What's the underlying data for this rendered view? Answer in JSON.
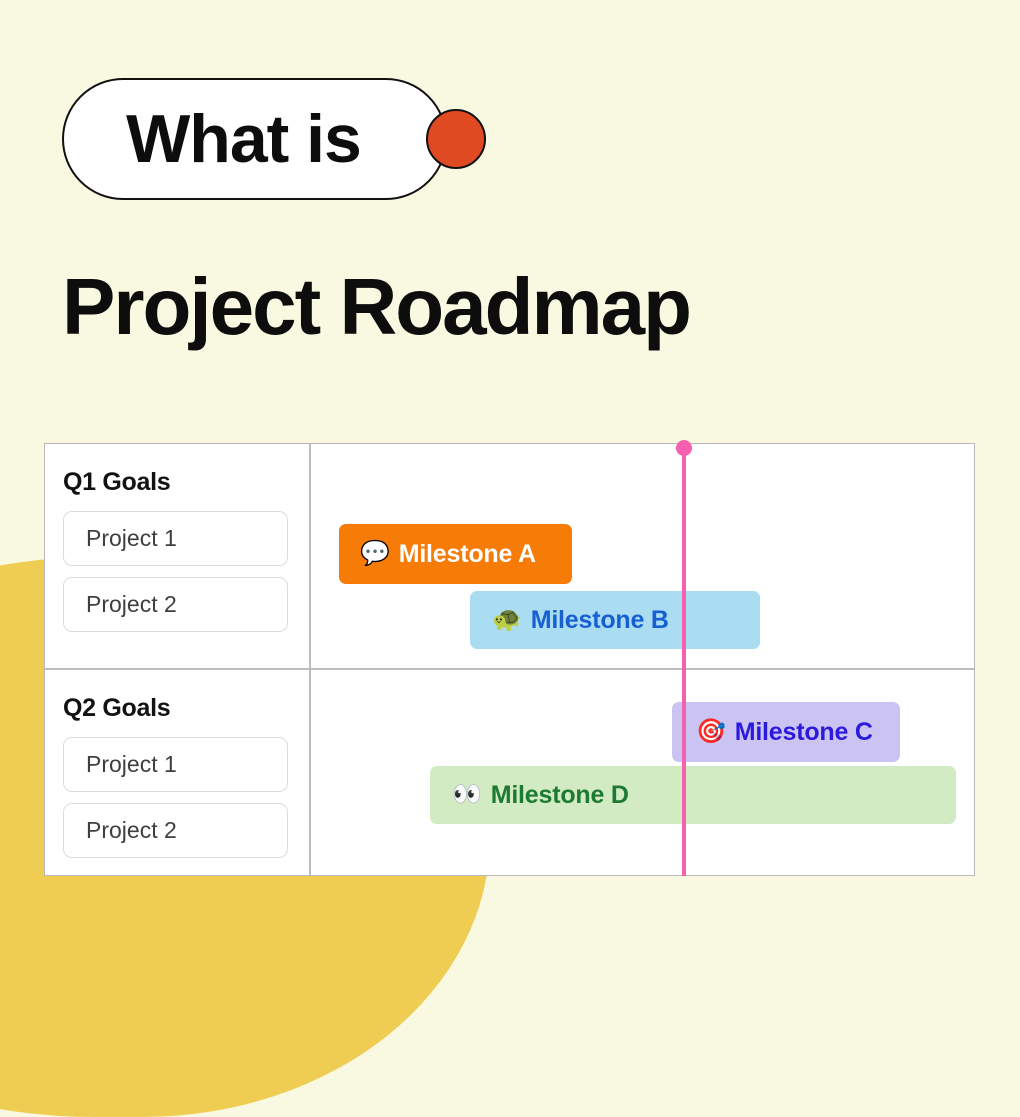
{
  "header": {
    "eyebrow": "What is",
    "eyebrow_dot_icon": "orange-dot-icon",
    "title": "Project Roadmap"
  },
  "colors": {
    "background": "#f9f9e2",
    "accent_orange": "#e04a23",
    "deco_yellow": "#eecd52",
    "marker_pink": "#f75fb0",
    "board_border": "#b9b9b9"
  },
  "board": {
    "rows": [
      {
        "goals_title": "Q1 Goals",
        "projects": [
          "Project 1",
          "Project 2"
        ],
        "milestones": [
          {
            "label": "Milestone A",
            "emoji": "💬",
            "emoji_name": "speech-balloon-emoji",
            "bg": "#f67b07",
            "fg": "#ffffff"
          },
          {
            "label": "Milestone B",
            "emoji": "🐢",
            "emoji_name": "turtle-emoji",
            "bg": "#aadcf2",
            "fg": "#1760d4"
          }
        ]
      },
      {
        "goals_title": "Q2 Goals",
        "projects": [
          "Project 1",
          "Project 2"
        ],
        "milestones": [
          {
            "label": "Milestone C",
            "emoji": "🎯",
            "emoji_name": "direct-hit-emoji",
            "bg": "#cbc4f2",
            "fg": "#2b19dd"
          },
          {
            "label": "Milestone D",
            "emoji": "👀",
            "emoji_name": "eyes-emoji",
            "bg": "#d3ebc2",
            "fg": "#1d7a33"
          }
        ]
      }
    ],
    "today_marker": {
      "name": "today-marker",
      "color": "#f75fb0"
    }
  }
}
